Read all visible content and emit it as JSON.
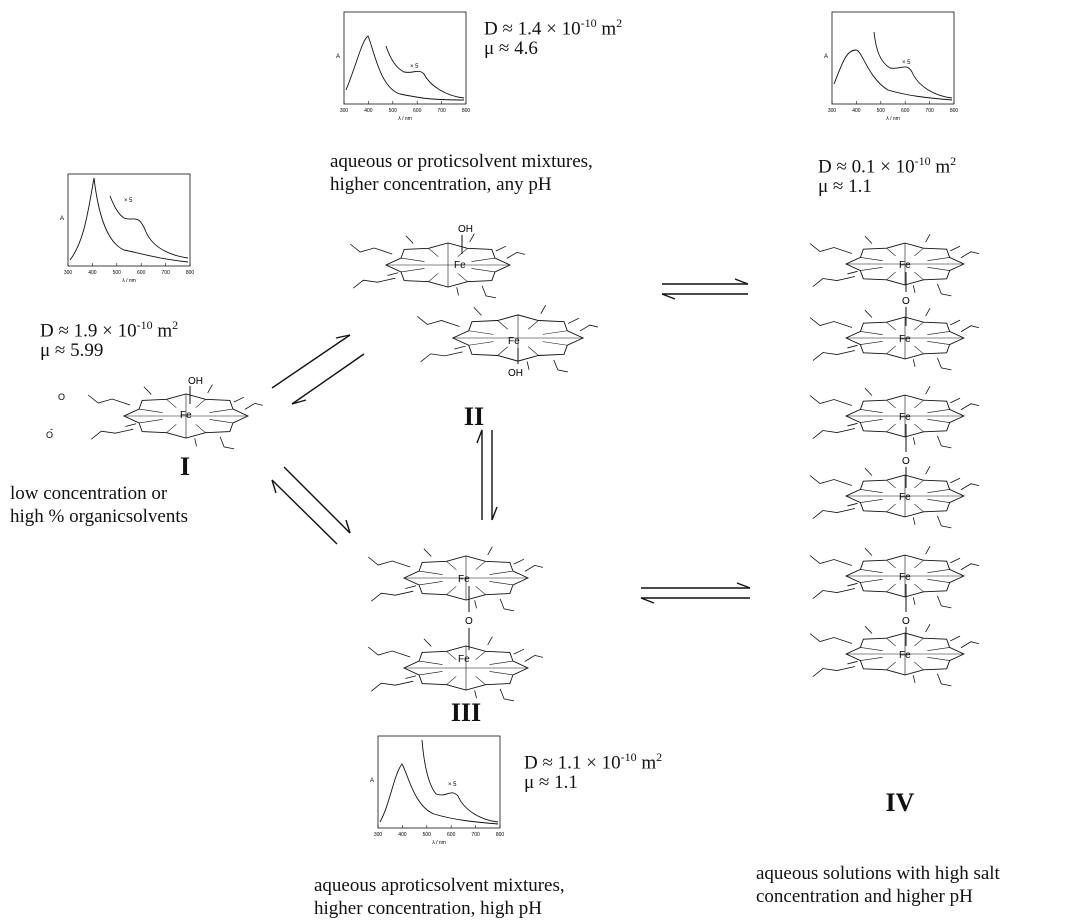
{
  "species": {
    "I": {
      "label": "I",
      "D_prefix": "D ≈ 1.9 × 10",
      "D_exp": "-10",
      "D_unit": " m",
      "D_unit_exp": "2",
      "mu": "μ ≈ 5.99",
      "condition": "low concentration or\nhigh % organicsolvents",
      "atoms": {
        "oh": "OH",
        "fe": "Fe",
        "o1": "O",
        "o2": "O",
        "charge": "-"
      }
    },
    "II": {
      "label": "II",
      "D_prefix": "D ≈ 1.4 × 10",
      "D_exp": "-10",
      "D_unit": " m",
      "D_unit_exp": "2",
      "mu": "μ ≈ 4.6",
      "condition": "aqueous or proticsolvent mixtures,\nhigher concentration, any pH",
      "atoms": {
        "oh_top": "OH",
        "oh_bottom": "OH",
        "fe": "Fe"
      }
    },
    "III": {
      "label": "III",
      "D_prefix": "D ≈ 1.1 × 10",
      "D_exp": "-10",
      "D_unit": " m",
      "D_unit_exp": "2",
      "mu": "μ ≈ 1.1",
      "condition": "aqueous aproticsolvent mixtures,\nhigher concentration, high pH",
      "atoms": {
        "fe": "Fe",
        "bridge_o": "O"
      }
    },
    "IV": {
      "label": "IV",
      "D_prefix": "D ≈ 0.1 × 10",
      "D_exp": "-10",
      "D_unit": " m",
      "D_unit_exp": "2",
      "mu": "μ ≈ 1.1",
      "condition": "aqueous solutions with high salt\nconcentration and higher pH",
      "atoms": {
        "fe": "Fe",
        "bridge_o": "O"
      }
    }
  },
  "spectra": {
    "axis_y_label": "A",
    "axis_x_label": "λ / nm",
    "x_ticks": [
      "300",
      "400",
      "500",
      "600",
      "700",
      "800"
    ],
    "scale_label": "× 5"
  }
}
